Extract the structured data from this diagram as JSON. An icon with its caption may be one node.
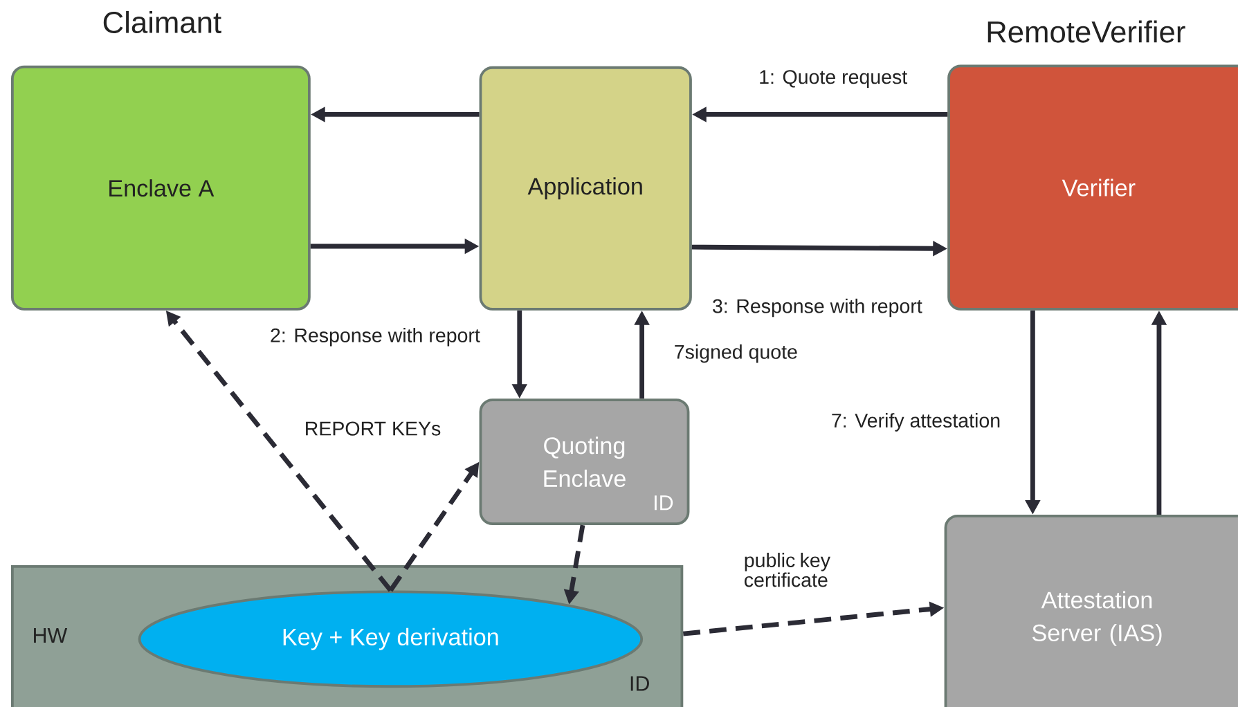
{
  "diagram": {
    "nodes": [
      {
        "text": [
          "Enclave A"
        ],
        "beside": [
          "Claimant"
        ]
      },
      {
        "text": [
          "Application"
        ]
      },
      {
        "text": [
          "Verifier"
        ],
        "beside": [
          "RemoteVerifier"
        ]
      },
      {
        "text": [
          "Quoting Enclave",
          "ID"
        ]
      },
      {
        "text": [
          "HW",
          "ID"
        ]
      },
      {
        "text": [
          "Key + Key derivation"
        ],
        "in": 4
      },
      {
        "text": [
          "Attestation Server (IAS)"
        ]
      }
    ],
    "edges": [
      {
        "from": 1,
        "to": 0,
        "arrow": "to"
      },
      {
        "from": 0,
        "to": 1,
        "arrow": "to",
        "label": "2: Response with report"
      },
      {
        "from": 2,
        "to": 1,
        "arrow": "to",
        "label": "1: Quote request"
      },
      {
        "from": 1,
        "to": 2,
        "arrow": "to",
        "label": "3: Response with report"
      },
      {
        "from": 1,
        "to": 3,
        "arrow": "to"
      },
      {
        "from": 3,
        "to": 1,
        "arrow": "to",
        "label": "7signed quote"
      },
      {
        "from": 2,
        "to": 6,
        "arrow": "to",
        "label": "7: Verify attestation"
      },
      {
        "from": 6,
        "to": 2,
        "arrow": "to"
      },
      {
        "from": 5,
        "to": 0,
        "arrow": "to",
        "style": "dashed"
      },
      {
        "from": 5,
        "to": 3,
        "arrow": "to",
        "style": "dashed"
      },
      {
        "from": 3,
        "to": 5,
        "arrow": "to",
        "style": "dashed"
      },
      {
        "from": 4,
        "to": 6,
        "arrow": "to",
        "style": "dashed",
        "label": "public key certificate"
      }
    ],
    "labels": [
      "REPORT KEYs"
    ]
  }
}
